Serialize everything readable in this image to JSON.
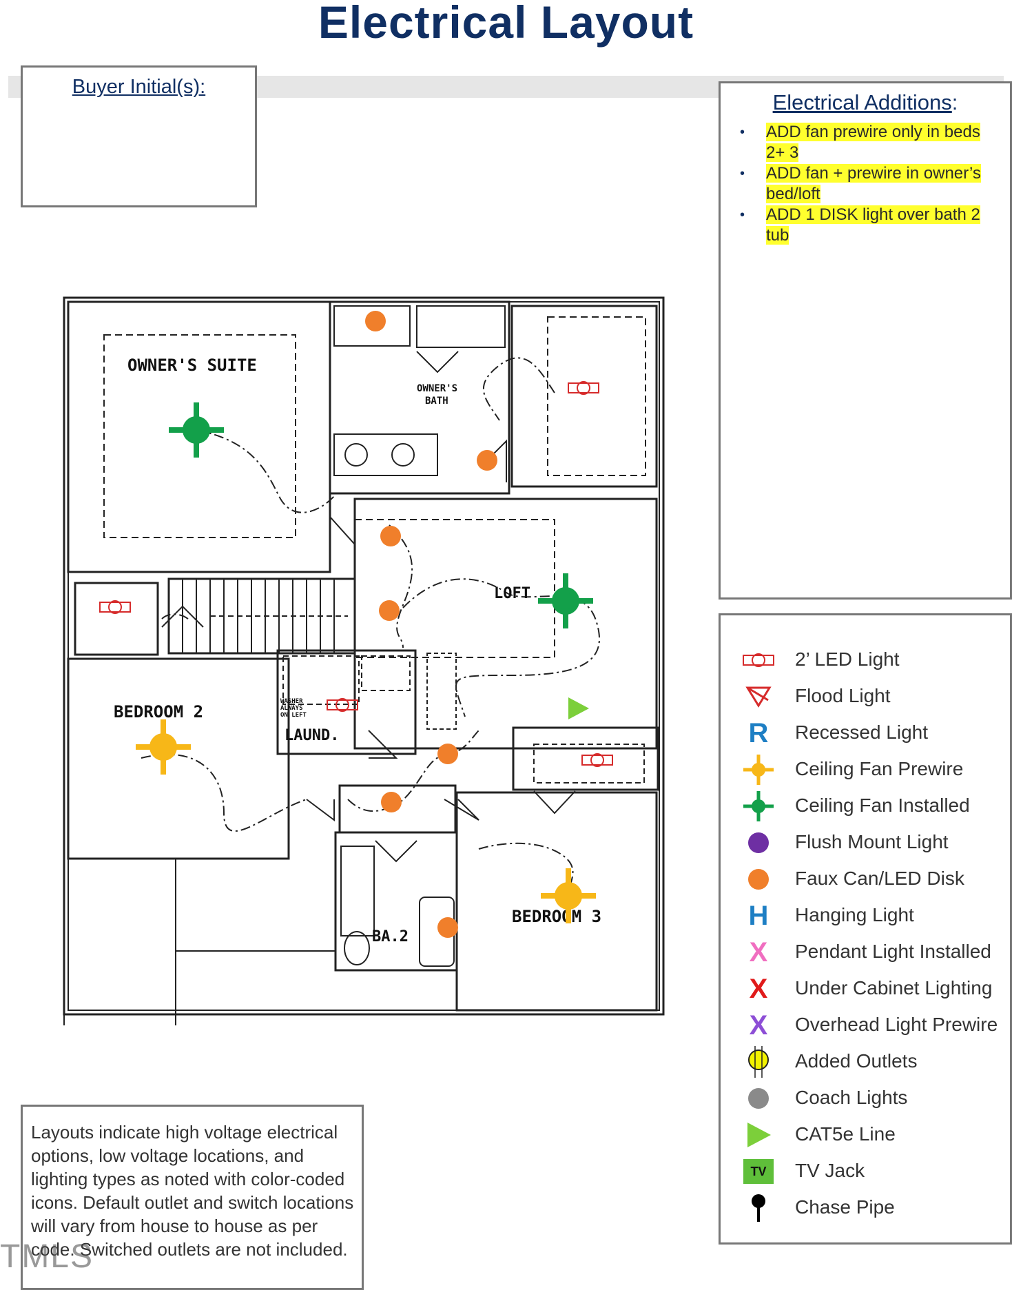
{
  "title": "Electrical Layout",
  "buyer": {
    "label": "Buyer Initial(s):"
  },
  "additions": {
    "title": "Electrical Additions",
    "title_suffix": ":",
    "items": [
      "ADD fan prewire only in beds 2+ 3",
      "ADD fan + prewire in owner’s bed/loft",
      "ADD 1 DISK light over bath 2 tub"
    ]
  },
  "legend": [
    {
      "label": "2’ LED Light",
      "icon": "led-light-icon",
      "color": "#d62b2b"
    },
    {
      "label": "Flood Light",
      "icon": "flood-light-icon",
      "color": "#d62b2b"
    },
    {
      "label": "Recessed Light",
      "icon": "recessed-light-icon",
      "glyph": "R",
      "color": "#1e7fc4"
    },
    {
      "label": "Ceiling Fan Prewire",
      "icon": "ceiling-fan-prewire-icon",
      "color": "#f7b718"
    },
    {
      "label": "Ceiling Fan Installed",
      "icon": "ceiling-fan-installed-icon",
      "color": "#13a04a"
    },
    {
      "label": "Flush Mount Light",
      "icon": "flush-mount-light-icon",
      "color": "#6e2fa3"
    },
    {
      "label": "Faux Can/LED Disk",
      "icon": "faux-can-led-disk-icon",
      "color": "#f07f2b"
    },
    {
      "label": "Hanging Light",
      "icon": "hanging-light-icon",
      "glyph": "H",
      "color": "#1e7fc4"
    },
    {
      "label": "Pendant Light Installed",
      "icon": "pendant-light-icon",
      "glyph": "X",
      "color": "#f06ec0"
    },
    {
      "label": "Under Cabinet Lighting",
      "icon": "under-cabinet-lighting-icon",
      "glyph": "X",
      "color": "#e01b1b"
    },
    {
      "label": "Overhead Light Prewire",
      "icon": "overhead-light-prewire-icon",
      "glyph": "X",
      "color": "#8d4ed6"
    },
    {
      "label": "Added Outlets",
      "icon": "added-outlet-icon",
      "color": "#f2f200"
    },
    {
      "label": "Coach Lights",
      "icon": "coach-light-icon",
      "color": "#8a8a8a"
    },
    {
      "label": "CAT5e Line",
      "icon": "cat5e-line-icon",
      "color": "#7ccf3a"
    },
    {
      "label": "TV Jack",
      "icon": "tv-jack-icon",
      "glyph": "TV",
      "color": "#5fbf3a"
    },
    {
      "label": "Chase Pipe",
      "icon": "chase-pipe-icon",
      "color": "#000000"
    }
  ],
  "plan": {
    "rooms": {
      "owners_suite": "OWNER'S SUITE",
      "owners_bath_1": "OWNER'S",
      "owners_bath_2": "BATH",
      "loft": "LOFT",
      "bedroom2": "BEDROOM 2",
      "laundry": "LAUND.",
      "washer_1": "WASHER",
      "washer_2": "ALWAYS",
      "washer_3": "ON LEFT",
      "bath2": "BA.2",
      "bedroom3": "BEDROOM 3"
    }
  },
  "note": "Layouts indicate high voltage electrical options, low voltage locations, and lighting types as noted with color-coded icons. Default outlet and switch locations will vary from house to house as per code. Switched outlets are not included.",
  "watermark": "TMLS"
}
